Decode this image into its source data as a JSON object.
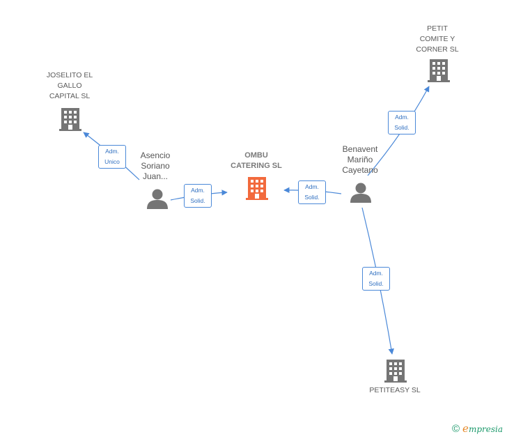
{
  "nodes": {
    "ombu": {
      "label": "OMBU\nCATERING  SL",
      "type": "company",
      "main": true
    },
    "joselito": {
      "label": "JOSELITO EL\nGALLO\nCAPITAL  SL",
      "type": "company"
    },
    "petit": {
      "label": "PETIT\nCOMITE Y\nCORNER  SL",
      "type": "company"
    },
    "petiteasy": {
      "label": "PETITEASY  SL",
      "type": "company"
    },
    "asencio": {
      "label": "Asencio\nSoriano\nJuan...",
      "type": "person"
    },
    "benavent": {
      "label": "Benavent\nMariño\nCayetano",
      "type": "person"
    }
  },
  "edges": [
    {
      "id": "asencio-joselito",
      "from": "asencio",
      "to": "joselito",
      "label": "Adm.\nUnico"
    },
    {
      "id": "asencio-ombu",
      "from": "asencio",
      "to": "ombu",
      "label": "Adm.\nSolid."
    },
    {
      "id": "benavent-ombu",
      "from": "benavent",
      "to": "ombu",
      "label": "Adm.\nSolid."
    },
    {
      "id": "benavent-petit",
      "from": "benavent",
      "to": "petit",
      "label": "Adm.\nSolid."
    },
    {
      "id": "benavent-petiteasy",
      "from": "benavent",
      "to": "petiteasy",
      "label": "Adm.\nSolid."
    }
  ],
  "colors": {
    "main_company": "#f26a3d",
    "company": "#757575",
    "person": "#757575",
    "edge": "#4a88d8"
  },
  "footer": {
    "copyright": "©",
    "brand_initial": "e",
    "brand_rest": "mpresia"
  }
}
